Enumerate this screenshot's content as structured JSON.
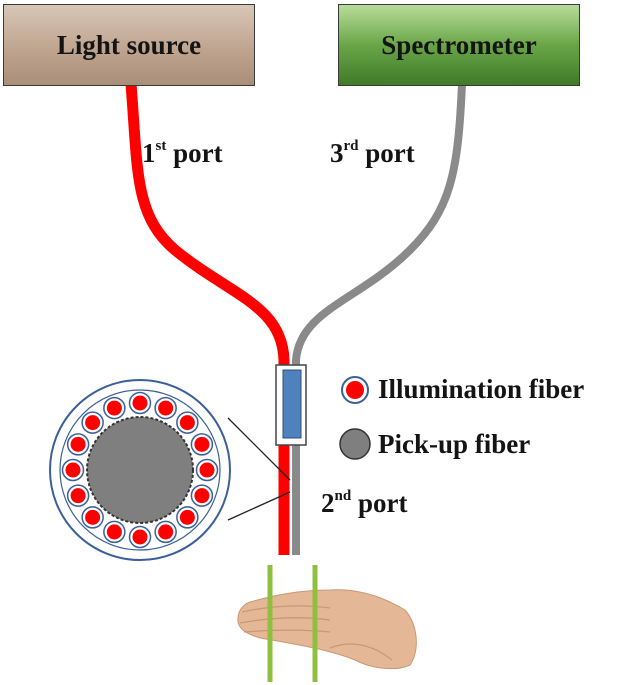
{
  "boxes": {
    "light_source": "Light source",
    "spectrometer": "Spectrometer"
  },
  "ports": {
    "first": {
      "num": "1",
      "sup": "st",
      "word": "port"
    },
    "third": {
      "num": "3",
      "sup": "rd",
      "word": "port"
    },
    "second": {
      "num": "2",
      "sup": "nd",
      "word": "port"
    }
  },
  "legend": {
    "illumination": "Illumination fiber",
    "pickup": "Pick-up fiber"
  },
  "colors": {
    "illumination_fiber": "#ff0000",
    "pickup_fiber": "#7f7f7f",
    "light_box_top": "#d8c6b6",
    "spectrometer_box_mid": "#6aa648",
    "coupler": "#4f81bd",
    "contact_lines": "#8fbf3f"
  },
  "icons": [
    "hand-image",
    "fiber-cross-section"
  ]
}
